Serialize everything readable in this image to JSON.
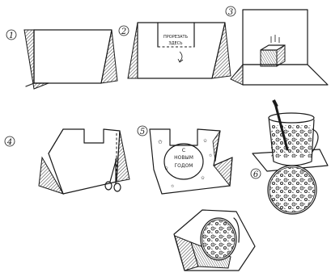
{
  "steps": [
    {
      "number": "1"
    },
    {
      "number": "2",
      "cut_label_line1": "ПРОРЕЗАТЬ",
      "cut_label_line2": "ЗДЕСЬ"
    },
    {
      "number": "3"
    },
    {
      "number": "4"
    },
    {
      "number": "5",
      "card_text_line1": "С",
      "card_text_line2": "НОВЫМ",
      "card_text_line3": "ГОДОМ"
    },
    {
      "number": "6"
    }
  ]
}
